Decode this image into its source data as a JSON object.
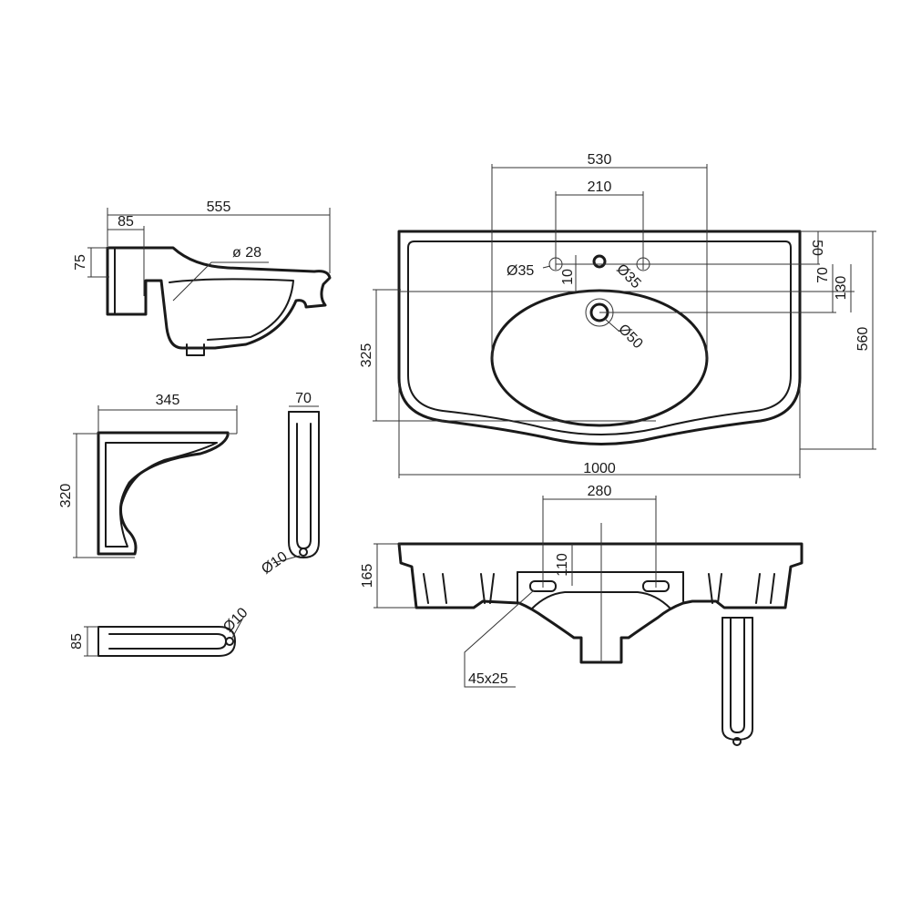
{
  "dimensions": {
    "side_width": "555",
    "side_depth": "85",
    "side_height": "75",
    "side_drain": "ø 28",
    "bracket_width": "345",
    "bracket_height": "320",
    "rail_side_width": "70",
    "rail_side_dia": "Ø10",
    "rail_bottom_height": "85",
    "rail_bottom_dia": "Ø10",
    "top_basin_width": "530",
    "top_tap_spacing": "210",
    "top_hole_left": "Ø35",
    "top_hole_right": "Ø35",
    "top_offset_10": "10",
    "top_offset_50": "50",
    "top_offset_70": "70",
    "top_offset_130": "130",
    "top_basin_depth": "325",
    "top_total_depth": "560",
    "top_drain": "Ø50",
    "top_total_width": "1000",
    "front_spacing": "280",
    "front_offset": "110",
    "front_height": "165",
    "front_slot": "45x25"
  }
}
